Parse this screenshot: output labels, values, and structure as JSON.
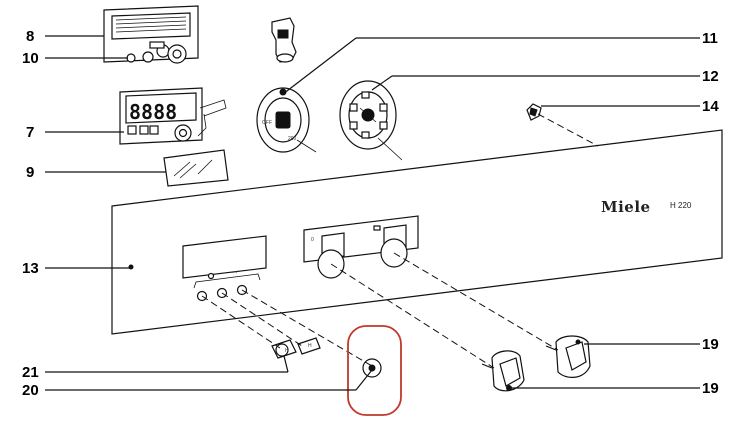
{
  "diagram": {
    "brand": "Miele",
    "model": "H 220",
    "display_digits": "8888",
    "callouts": {
      "c8": "8",
      "c10": "10",
      "c7": "7",
      "c9": "9",
      "c13": "13",
      "c21": "21",
      "c20": "20",
      "c11": "11",
      "c12": "12",
      "c14": "14",
      "c19a": "19",
      "c19b": "19"
    },
    "highlight_color": "#c0392b"
  }
}
